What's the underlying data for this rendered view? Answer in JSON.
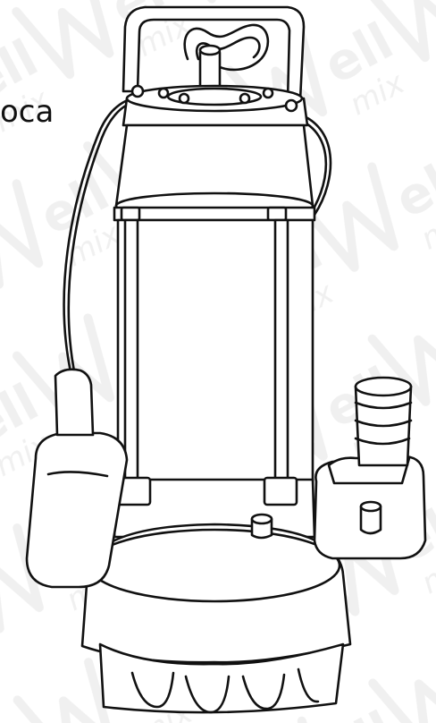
{
  "image": {
    "subject": "submersible-pump-with-float-switch",
    "style": "black-line-drawing",
    "colors": {
      "background": "#ffffff",
      "line": "#111111",
      "watermark": "#cfcfcf"
    }
  },
  "labels": {
    "partial_text": "oca"
  },
  "watermark": {
    "brand": "Well",
    "sub": "mix",
    "opacity": 0.32
  }
}
